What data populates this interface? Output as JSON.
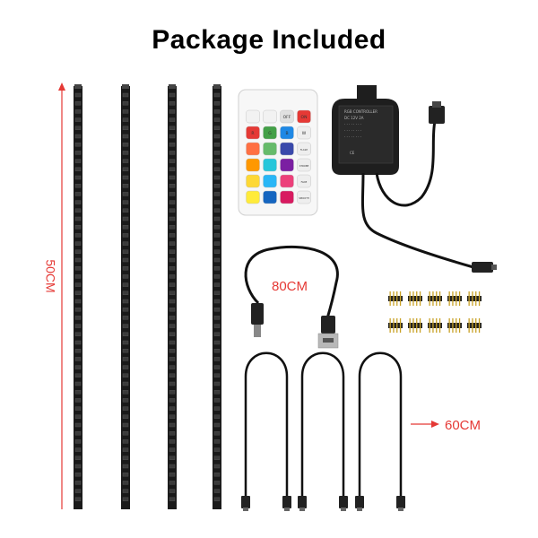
{
  "title": "Package Included",
  "labels": {
    "strip_length": "50CM",
    "usb_cable_length": "80CM",
    "extension_length": "60CM"
  },
  "remote": {
    "buttons": [
      {
        "label": "",
        "color": "#f2f2f2"
      },
      {
        "label": "",
        "color": "#f2f2f2"
      },
      {
        "label": "OFF",
        "color": "#e0e0e0"
      },
      {
        "label": "ON",
        "color": "#e53935"
      },
      {
        "label": "R",
        "color": "#e53935"
      },
      {
        "label": "G",
        "color": "#43a047"
      },
      {
        "label": "B",
        "color": "#1e88e5"
      },
      {
        "label": "W",
        "color": "#eeeeee"
      },
      {
        "label": "",
        "color": "#ff7043"
      },
      {
        "label": "",
        "color": "#66bb6a"
      },
      {
        "label": "",
        "color": "#3949ab"
      },
      {
        "label": "FLASH",
        "color": "#eeeeee"
      },
      {
        "label": "",
        "color": "#ff9800"
      },
      {
        "label": "",
        "color": "#26c6da"
      },
      {
        "label": "",
        "color": "#7b1fa2"
      },
      {
        "label": "STROBE",
        "color": "#eeeeee"
      },
      {
        "label": "",
        "color": "#fdd835"
      },
      {
        "label": "",
        "color": "#29b6f6"
      },
      {
        "label": "",
        "color": "#ec407a"
      },
      {
        "label": "FADE",
        "color": "#eeeeee"
      },
      {
        "label": "",
        "color": "#ffeb3b"
      },
      {
        "label": "",
        "color": "#1565c0"
      },
      {
        "label": "",
        "color": "#d81b60"
      },
      {
        "label": "SMOOTH",
        "color": "#eeeeee"
      }
    ]
  },
  "colors": {
    "accent": "#e53935",
    "strip": "#1a1a1a",
    "cable": "#111111"
  }
}
